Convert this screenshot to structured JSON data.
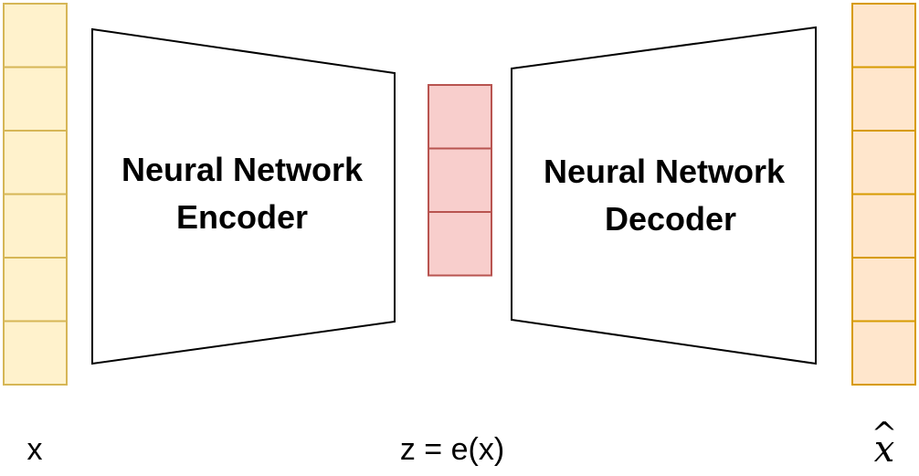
{
  "input_vector": {
    "cells": 6,
    "fill": "#FFF2CC",
    "stroke": "#D6B656",
    "label": "x"
  },
  "encoder": {
    "line1": "Neural Network",
    "line2": "Encoder"
  },
  "latent_vector": {
    "cells": 3,
    "fill": "#F8CECC",
    "stroke": "#B85450",
    "label": "z = e(x)"
  },
  "decoder": {
    "line1": "Neural Network",
    "line2": "Decoder"
  },
  "output_vector": {
    "cells": 6,
    "fill": "#FFE6CC",
    "stroke": "#D79B00",
    "label_base": "x",
    "label_accent": "^"
  }
}
